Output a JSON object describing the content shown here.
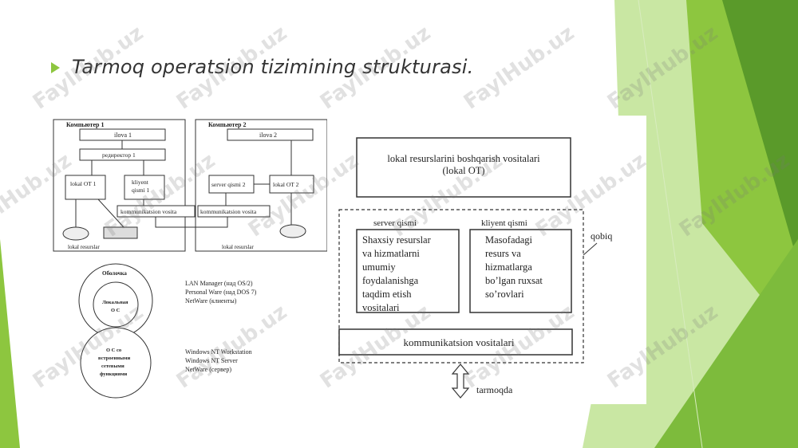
{
  "slide": {
    "title": "Tarmoq operatsion tizimining strukturasi."
  },
  "watermark": "FaylHub.uz",
  "left_diagram": {
    "computer1": {
      "title": "Компьютер 1",
      "ilova": "ilova 1",
      "redirector": "редиректор 1",
      "lokal_ot": "lokal OT 1",
      "kliyent_line1": "kliyent",
      "kliyent_line2": "qismi 1",
      "komm": "kommunikatsion vosita",
      "resources": "lokal resurslar"
    },
    "computer2": {
      "title": "Компьютер 2",
      "ilova": "ilova 2",
      "server": "server qismi 2",
      "lokal_ot": "lokal OT 2",
      "komm": "kommunikatsion vosita",
      "resources": "lokal resurslar"
    },
    "circles1": {
      "outer": "Оболочка",
      "inner_line1": "Локальная",
      "inner_line2": "О С",
      "notes": [
        "LAN Manager (над OS/2)",
        "Personal Ware (над DOS 7)",
        "NetWare (клиенты)"
      ]
    },
    "circles2": {
      "line1": "О С со",
      "line2": "встроенными",
      "line3": "сетевыми",
      "line4": "функциями",
      "notes": [
        "Windows NT Workstation",
        "Windows NT Server",
        "NetWare (сервер)"
      ]
    }
  },
  "right_diagram": {
    "local_box_line1": "lokal resurslarini boshqarish vositalari",
    "local_box_line2": "(lokal OT)",
    "server_label": "server qismi",
    "client_label": "kliyent qismi",
    "qobiq": "qobiq",
    "server_lines": [
      "Shaxsiy resurslar",
      "va hizmatlarni",
      "umumiy",
      "foydalanishga",
      "taqdim etish",
      "vositalari"
    ],
    "client_lines": [
      "Masofadagi",
      "resurs va",
      "hizmatlarga",
      "bo’lgan ruxsat",
      "so’rovlari"
    ],
    "komm": "kommunikatsion vositalari",
    "tarmoq": "tarmoqda"
  }
}
